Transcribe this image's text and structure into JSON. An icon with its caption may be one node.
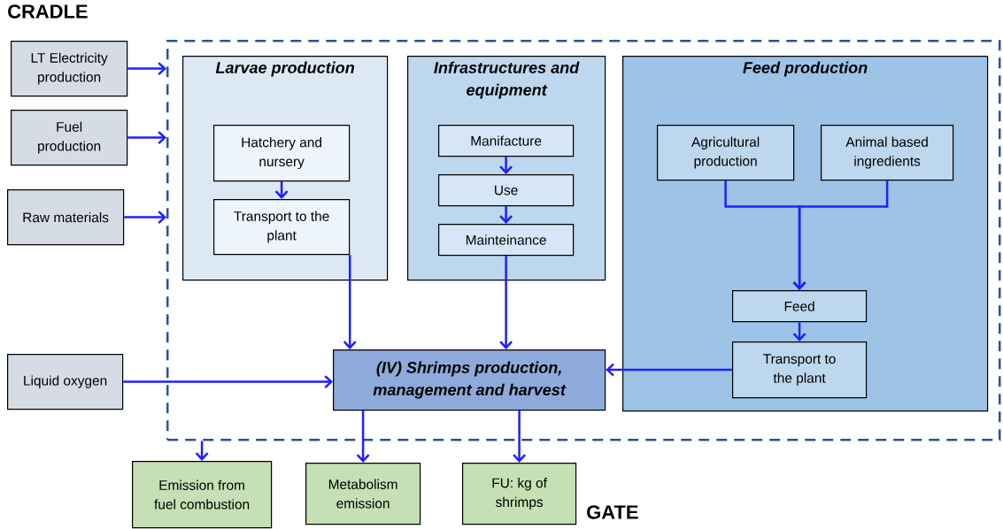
{
  "diagram": {
    "nodes": [
      {
        "text": [],
        "shape": "box"
      },
      {
        "text": [
          "LT Electricity production"
        ]
      },
      {
        "text": [
          "Fuel production"
        ]
      },
      {
        "text": [
          "Raw materials"
        ]
      },
      {
        "text": [
          "Larvae production"
        ],
        "in": 0
      },
      {
        "text": [
          "Hatchery and nursery"
        ],
        "in": 4
      },
      {
        "text": [
          "Transport to the plant"
        ],
        "in": 4
      },
      {
        "text": [
          "Infrastructures and equipment"
        ],
        "in": 0
      },
      {
        "text": [
          "Manifacture"
        ],
        "in": 7
      },
      {
        "text": [
          "Use"
        ],
        "in": 7
      },
      {
        "text": [
          "Mainteinance"
        ],
        "in": 7
      },
      {
        "text": [
          "Feed production"
        ],
        "in": 0
      },
      {
        "text": [
          "Agricultural production"
        ],
        "in": 11
      },
      {
        "text": [
          "Animal based ingredients"
        ],
        "in": 11
      },
      {
        "text": [
          "Feed"
        ],
        "in": 11
      },
      {
        "text": [
          "Transport to the plant"
        ],
        "in": 11
      },
      {
        "text": [
          "Liquid oxygen"
        ]
      },
      {
        "text": [
          "(IV) Shrimps production, management and harvest"
        ],
        "in": 0
      },
      {
        "text": [
          "Emission from fuel combustion"
        ]
      },
      {
        "text": [
          "Metabolism emission"
        ]
      },
      {
        "text": [
          "FU: kg of shrimps"
        ]
      }
    ],
    "edges": [
      {
        "from": 1,
        "to": 0,
        "arrow": "to"
      },
      {
        "from": 2,
        "to": 0,
        "arrow": "to"
      },
      {
        "from": 3,
        "to": 0,
        "arrow": "to"
      },
      {
        "from": 5,
        "to": 6,
        "arrow": "to"
      },
      {
        "from": 6,
        "to": 17,
        "arrow": "to"
      },
      {
        "from": 8,
        "to": 9,
        "arrow": "to"
      },
      {
        "from": 9,
        "to": 10,
        "arrow": "to"
      },
      {
        "from": 10,
        "to": 17,
        "arrow": "to"
      },
      {
        "from": 12,
        "to": 14,
        "arrow": "to"
      },
      {
        "from": 13,
        "to": 14,
        "arrow": "to"
      },
      {
        "from": 14,
        "to": 15,
        "arrow": "to"
      },
      {
        "from": 15,
        "to": 17,
        "arrow": "to"
      },
      {
        "from": 16,
        "to": 17,
        "arrow": "to"
      },
      {
        "from": 0,
        "to": 18,
        "arrow": "to"
      },
      {
        "from": 17,
        "to": 19,
        "arrow": "to"
      },
      {
        "from": 17,
        "to": 20,
        "arrow": "to"
      }
    ],
    "labels": [
      "CRADLE",
      "GATE"
    ]
  }
}
